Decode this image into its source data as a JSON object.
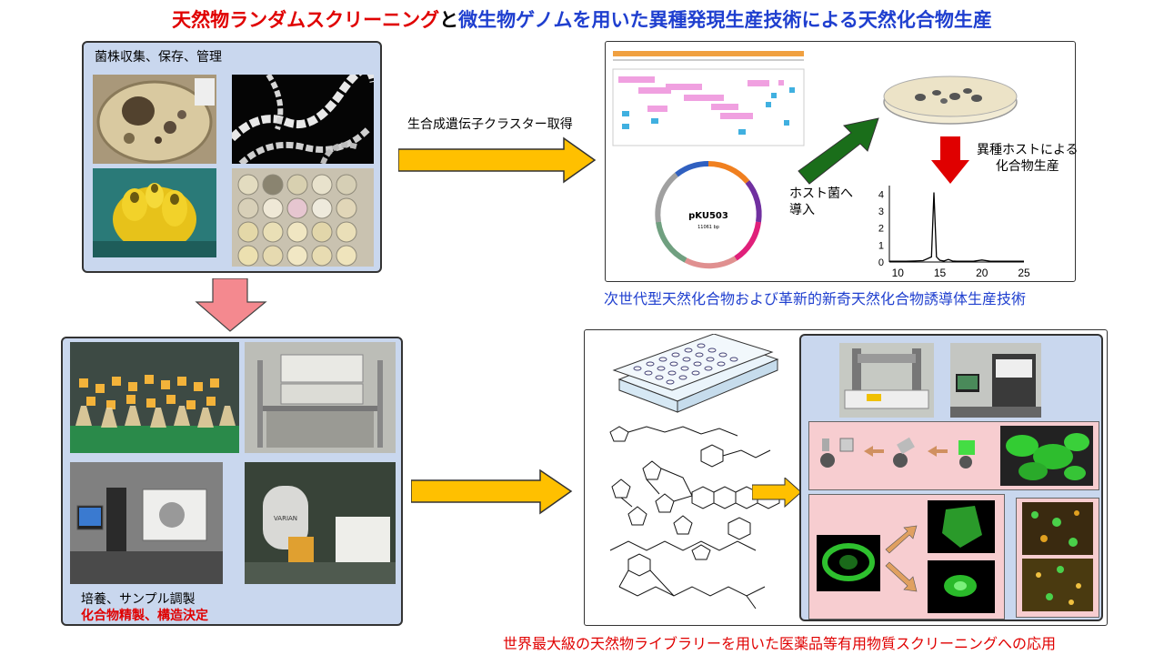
{
  "title": {
    "part1": "天然物ランダムスクリーニング",
    "part2": "と",
    "part3": "微生物ゲノムを用いた異種発現生産技術による天然化合物生産"
  },
  "panel_collection": {
    "label": "菌株収集、保存、管理"
  },
  "arrow_gene": {
    "label": "生合成遺伝子クラスター取得"
  },
  "plasmid": {
    "name": "pKU503",
    "size": "11061 bp"
  },
  "host_intro": {
    "label": "ホスト菌へ\n導入"
  },
  "hetero": {
    "label": "異種ホストによる\n化合物生産"
  },
  "hplc_chart": {
    "y_ticks": [
      "4",
      "3",
      "2",
      "1",
      "0"
    ],
    "x_ticks": [
      "10",
      "15",
      "20",
      "25"
    ]
  },
  "chart_data": {
    "type": "line",
    "x": [
      9,
      10,
      11,
      12,
      13,
      14,
      14.3,
      14.6,
      15,
      15.5,
      16,
      16.5,
      17,
      18,
      19,
      20,
      21,
      22,
      23,
      24,
      25
    ],
    "y": [
      0.05,
      0.05,
      0.05,
      0.06,
      0.08,
      0.3,
      4.1,
      0.3,
      0.1,
      0.06,
      0.15,
      0.06,
      0.05,
      0.05,
      0.05,
      0.12,
      0.05,
      0.05,
      0.05,
      0.05,
      0.05
    ],
    "xlim": [
      9,
      25
    ],
    "ylim": [
      0,
      4.5
    ],
    "x_ticks": [
      10,
      15,
      20,
      25
    ],
    "y_ticks": [
      0,
      1,
      2,
      3,
      4
    ]
  },
  "caption_next_gen": {
    "text": "次世代型天然化合物および革新的新奇天然化合物誘導体生産技術"
  },
  "panel_culture": {
    "label1": "培養、サンプル調製",
    "label2": "化合物精製、構造決定",
    "nmr_brand": "VARIAN"
  },
  "caption_library": {
    "text": "世界最大級の天然物ライブラリーを用いた医薬品等有用物質スクリーニングへの応用"
  },
  "colors": {
    "title_red": "#e00000",
    "title_blue": "#1f3fcf",
    "panel_blue": "#c9d7ee",
    "arrow_yellow": "#ffc000",
    "arrow_pink": "#f4898f",
    "arrow_green": "#1a6e1a",
    "arrow_red": "#e00000",
    "pink_panel": "#f7cdd0"
  }
}
